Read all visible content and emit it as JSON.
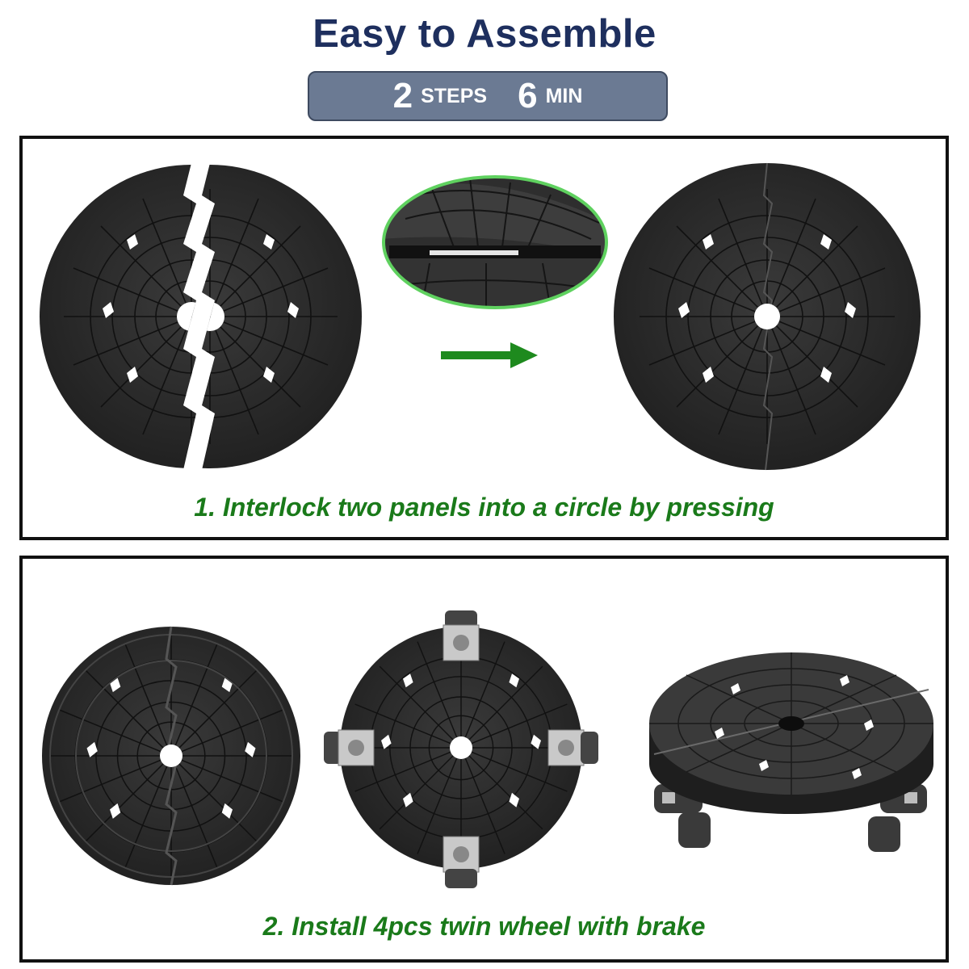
{
  "header": {
    "title": "Easy to Assemble",
    "steps_number": "2",
    "steps_unit": "STEPS",
    "time_number": "6",
    "time_unit": "MIN"
  },
  "step1": {
    "caption": "1. Interlock two panels into a circle by pressing",
    "images": [
      "split-panels",
      "interlock-detail-closeup",
      "assembled-circle"
    ]
  },
  "step2": {
    "caption": "2. Install 4pcs twin wheel with brake",
    "images": [
      "panel-underside",
      "underside-with-wheels",
      "assembled-caddy-angle-view"
    ]
  },
  "colors": {
    "title": "#1e2f5e",
    "pill_bg": "#6b7a93",
    "caption_green": "#1a7a1a",
    "arrow_green": "#1e8a1e",
    "panel_black": "#2a2a2a"
  },
  "icons": [
    "arrow-right-icon"
  ]
}
